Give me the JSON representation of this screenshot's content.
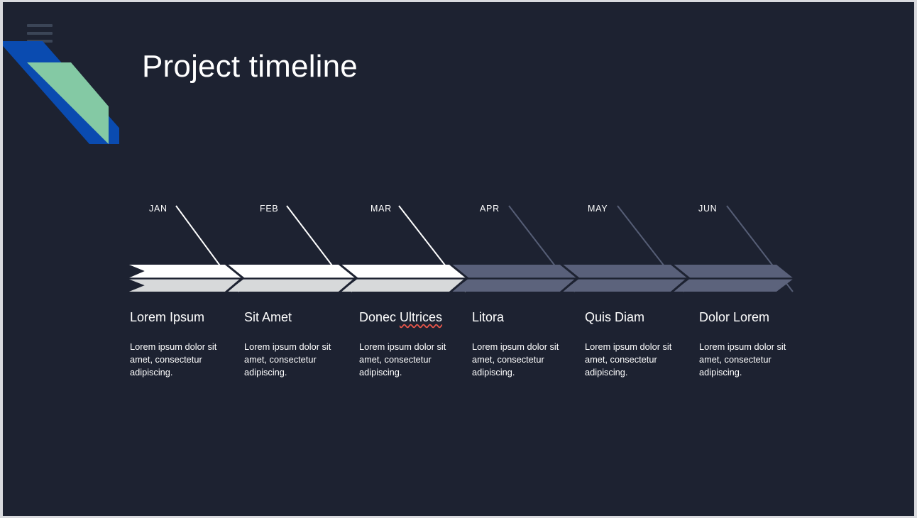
{
  "slide": {
    "background_color": "#1d2231",
    "title": "Project timeline"
  },
  "menu": {
    "icon": "hamburger-menu-icon",
    "color": "#3b4557"
  },
  "decoration": {
    "blue_ribbon_color": "#0a4bb0",
    "green_ribbon_color": "#84c9a4"
  },
  "timeline": {
    "active_fill_top": "#ffffff",
    "active_fill_bottom": "#d7d9da",
    "inactive_fill_top": "#59607a",
    "inactive_fill_bottom": "#5c637c",
    "active_line_color": "#ffffff",
    "inactive_line_color": "#565e76",
    "segments": [
      {
        "month": "JAN",
        "heading": "Lorem Ipsum",
        "body": "Lorem ipsum dolor sit amet, consectetur adipiscing.",
        "active": true,
        "misspelled": false
      },
      {
        "month": "FEB",
        "heading": "Sit Amet",
        "body": "Lorem ipsum dolor sit amet, consectetur adipiscing.",
        "active": true,
        "misspelled": false
      },
      {
        "month": "MAR",
        "heading": "Donec Ultrices",
        "heading_prefix": "Donec ",
        "heading_misspelled_word": "Ultrices",
        "body": "Lorem ipsum dolor sit amet, consectetur adipiscing.",
        "active": true,
        "misspelled": true
      },
      {
        "month": "APR",
        "heading": "Litora",
        "body": "Lorem ipsum dolor sit amet, consectetur adipiscing.",
        "active": false,
        "misspelled": false
      },
      {
        "month": "MAY",
        "heading": "Quis Diam",
        "body": "Lorem ipsum dolor sit amet, consectetur adipiscing.",
        "active": false,
        "misspelled": false
      },
      {
        "month": "JUN",
        "heading": "Dolor Lorem",
        "body": "Lorem ipsum dolor sit amet, consectetur adipiscing.",
        "active": false,
        "misspelled": false
      }
    ]
  }
}
